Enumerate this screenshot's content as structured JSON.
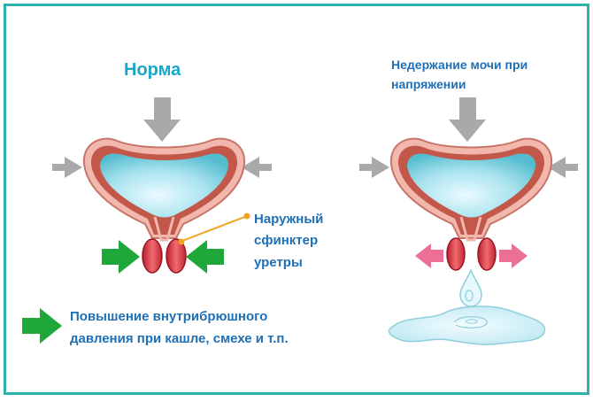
{
  "diagram": {
    "normal": {
      "title": "Норма",
      "sphincter_label": [
        "Наружный",
        "сфинктер",
        "уретры"
      ]
    },
    "incontinence": {
      "title": [
        "Недержание мочи при",
        "напряжении"
      ]
    },
    "legend": {
      "text": [
        "Повышение внутрибрюшного",
        "давления при кашле, смехе и т.п."
      ]
    },
    "colors": {
      "frame": "#2fb3ad",
      "pressure_arrow_gray": "#a9a9a9",
      "closing_arrow_green": "#1ea83a",
      "opening_arrow_pink": "#ec6f96",
      "bladder_wall": "#c2584a",
      "bladder_outer": "#f2b7ad",
      "urine": "#7fd0de",
      "sphincter": "#d8323e",
      "text_blue": "#1f6fb4",
      "title_cyan": "#1aa6c8",
      "pointer_orange": "#f0a31e"
    }
  }
}
